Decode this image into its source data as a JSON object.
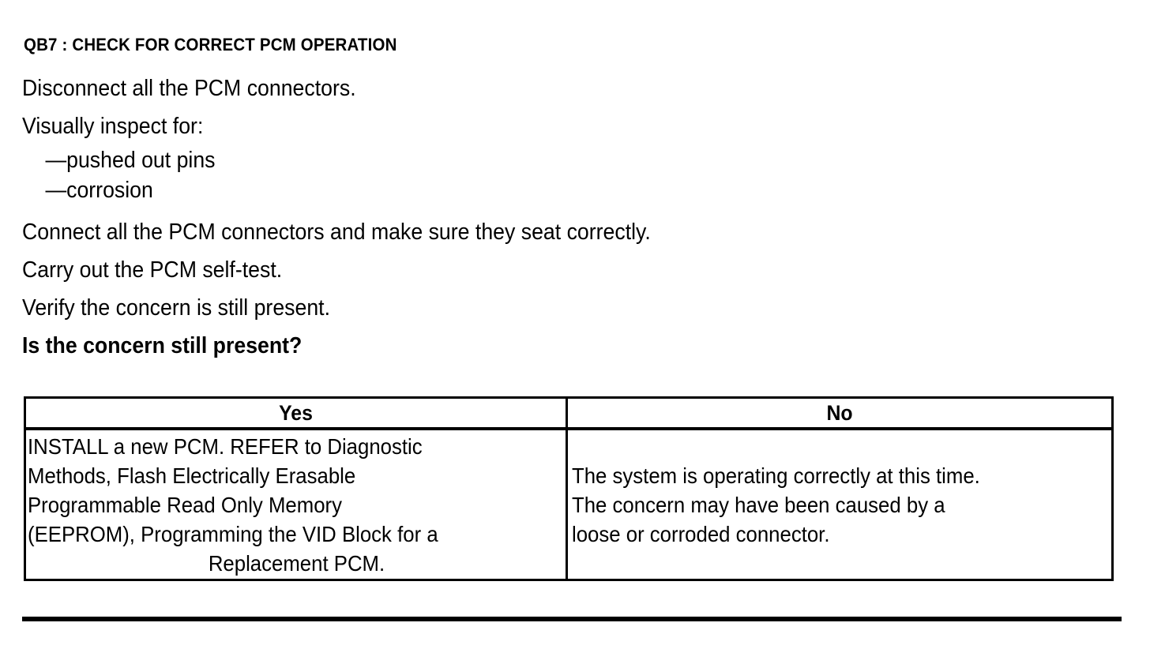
{
  "document": {
    "step_title": "QB7 : CHECK FOR CORRECT PCM OPERATION",
    "body_lines": [
      {
        "text": "Disconnect all the PCM connectors.",
        "style": "normal"
      },
      {
        "text": "Visually inspect for:",
        "style": "normal"
      },
      {
        "text": "—pushed out pins",
        "style": "sub"
      },
      {
        "text": "—corrosion",
        "style": "sub"
      },
      {
        "text": "Connect all the PCM connectors and make sure they seat correctly.",
        "style": "normal"
      },
      {
        "text": "Carry out the PCM self-test.",
        "style": "normal"
      },
      {
        "text": "Verify the concern is still present.",
        "style": "normal"
      },
      {
        "text": "Is the concern still present?",
        "style": "bold"
      }
    ],
    "decision_table": {
      "headers": {
        "yes": "Yes",
        "no": "No"
      },
      "yes_cell_lines": [
        "INSTALL a new PCM. REFER to Diagnostic",
        "Methods,  Flash Electrically Erasable",
        "Programmable Read Only Memory",
        "(EEPROM), Programming the VID Block for a",
        "Replacement PCM."
      ],
      "no_cell_lines": [
        "The system is operating correctly at this time.",
        "The concern may have been caused by a",
        "loose or corroded connector."
      ]
    },
    "colors": {
      "text": "#000000",
      "background": "#ffffff",
      "rule": "#000000"
    }
  }
}
